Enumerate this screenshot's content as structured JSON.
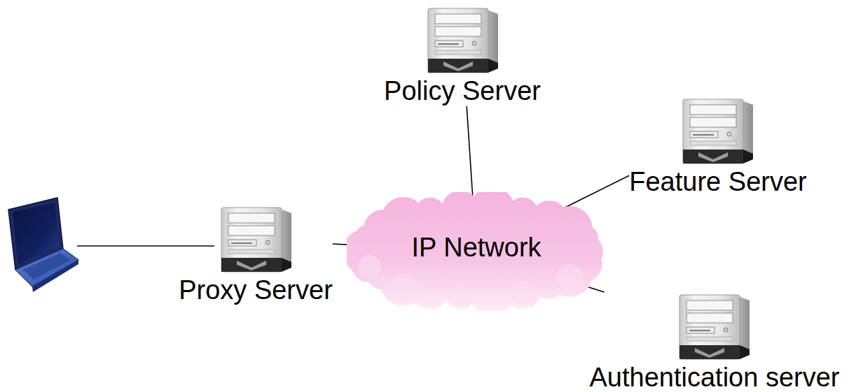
{
  "diagram": {
    "nodes": [
      {
        "text": [
          "Policy Server"
        ]
      },
      {
        "text": [
          "Feature Server"
        ]
      },
      {
        "text": [
          "Proxy Server"
        ]
      },
      {
        "text": [
          "IP Network"
        ]
      },
      {
        "text": [
          "Authentication server"
        ]
      }
    ],
    "edges": [
      {
        "from": 2,
        "to": 3,
        "arrow": "none"
      },
      {
        "from": 0,
        "to": 3,
        "arrow": "none"
      },
      {
        "from": 1,
        "to": 3,
        "arrow": "none"
      },
      {
        "from": 4,
        "to": 3,
        "arrow": "none"
      }
    ]
  }
}
